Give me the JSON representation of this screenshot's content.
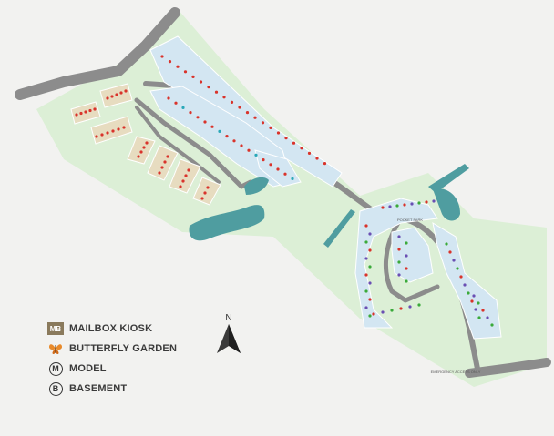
{
  "legend": {
    "items": [
      {
        "symbol": "MB",
        "label": "MAILBOX KIOSK",
        "icon": "mailbox-kiosk-icon"
      },
      {
        "symbol": "",
        "label": "BUTTERFLY GARDEN",
        "icon": "butterfly-icon"
      },
      {
        "symbol": "M",
        "label": "MODEL",
        "icon": "model-circle-icon"
      },
      {
        "symbol": "B",
        "label": "BASEMENT",
        "icon": "basement-circle-icon"
      }
    ]
  },
  "compass": {
    "label": "N"
  },
  "labels": {
    "pocket_park": "POCKET PARK",
    "emergency": "EMERGENCY ACCESS ONLY"
  },
  "colors": {
    "land": "#dcefd6",
    "road": "#8c8c8c",
    "lot": "#d3e6f2",
    "water": "#4f9da0",
    "dot_red": "#d9332b",
    "dot_green": "#3aaa3a",
    "dot_purple": "#6a4fb3",
    "dot_teal": "#2aa8b8"
  }
}
